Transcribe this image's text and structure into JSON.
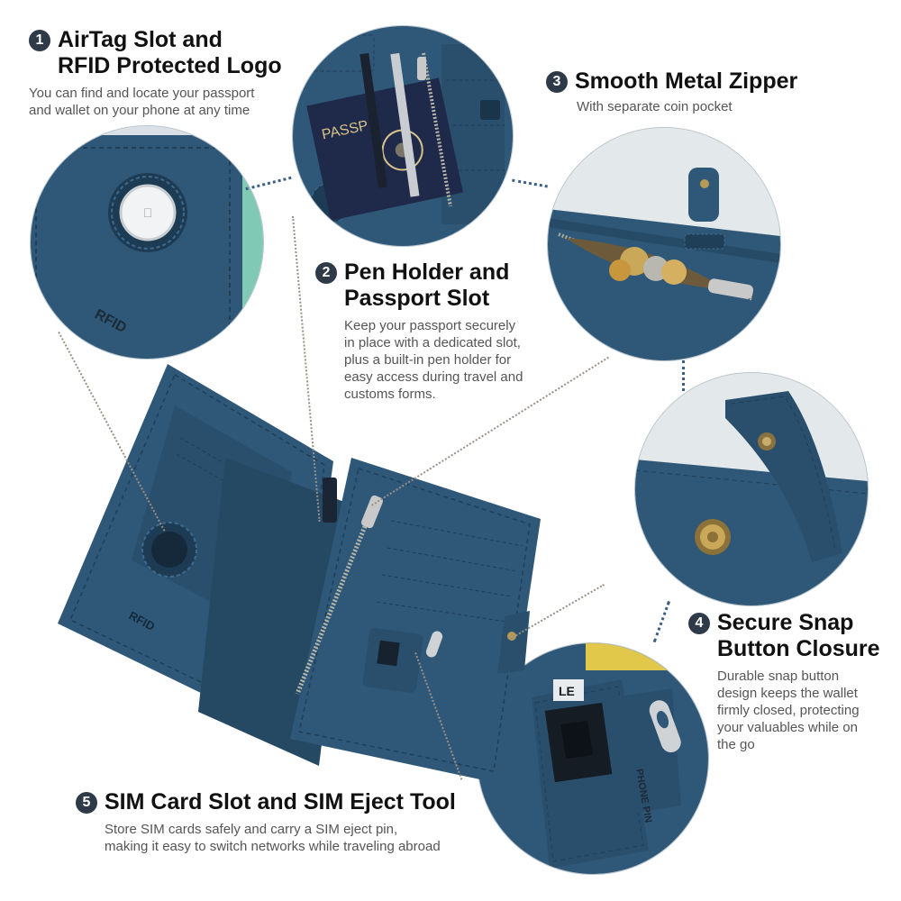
{
  "features": [
    {
      "number": "1",
      "title_line1": "AirTag Slot and",
      "title_line2": "RFID Protected Logo",
      "desc_line1": "You can find and locate your passport",
      "desc_line2": "and wallet on your phone at any time"
    },
    {
      "number": "2",
      "title_line1": "Pen Holder and",
      "title_line2": "Passport Slot",
      "desc_line1": "Keep your passport securely",
      "desc_line2": "in place with a dedicated slot,",
      "desc_line3": "plus a built-in pen holder for",
      "desc_line4": "easy access during travel and",
      "desc_line5": "customs forms."
    },
    {
      "number": "3",
      "title_line1": "Smooth Metal Zipper",
      "desc_line1": "With separate coin pocket"
    },
    {
      "number": "4",
      "title_line1": "Secure Snap",
      "title_line2": "Button Closure",
      "desc_line1": "Durable snap button",
      "desc_line2": "design keeps the wallet",
      "desc_line3": "firmly closed, protecting",
      "desc_line4": "your valuables while on",
      "desc_line5": "the go"
    },
    {
      "number": "5",
      "title_line1": "SIM Card Slot and SIM Eject Tool",
      "desc_line1": "Store SIM cards safely and carry a SIM eject pin,",
      "desc_line2": "making it easy to switch networks while traveling abroad"
    }
  ],
  "imprints": {
    "rfid": "RFID",
    "passport": "PASSP",
    "phone_pin": "PHONE PIN",
    "sim_card_label": "LE"
  },
  "colors": {
    "leather": "#2f5878",
    "leather_dark": "#22425c",
    "accent_dots": "#3b5f87",
    "badge": "#2e3a47"
  }
}
